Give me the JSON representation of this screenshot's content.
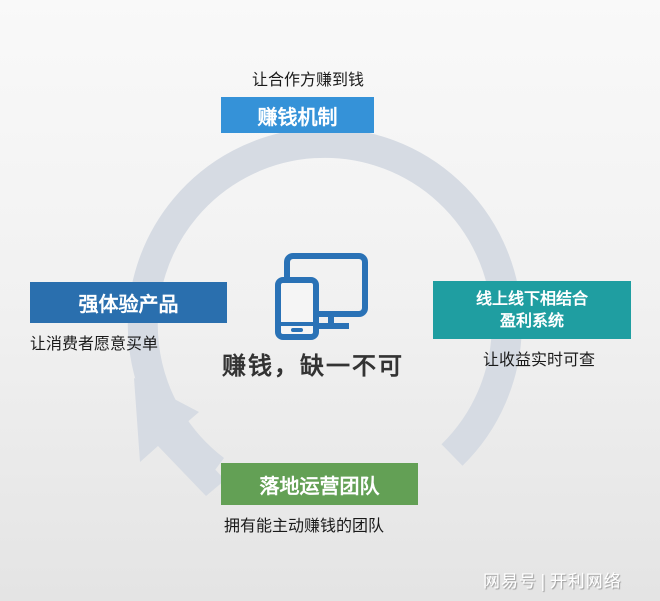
{
  "diagram": {
    "title_center": "赚钱，缺一不可",
    "center_icon": "devices-icon",
    "colors": {
      "top": "#3592d8",
      "left": "#2a6fae",
      "right": "#1f9ea1",
      "bottom": "#63a055",
      "ring": "#d6dbe3",
      "icon": "#2a72b6"
    },
    "nodes": [
      {
        "position": "top",
        "label": "赚钱机制",
        "caption": "让合作方赚到钱"
      },
      {
        "position": "left",
        "label": "强体验产品",
        "caption": "让消费者愿意买单"
      },
      {
        "position": "right",
        "label_line1": "线上线下相结合",
        "label_line2": "盈利系统",
        "caption": "让收益实时可查"
      },
      {
        "position": "bottom",
        "label": "落地运营团队",
        "caption": "拥有能主动赚钱的团队"
      }
    ]
  },
  "watermark": {
    "platform": "网易号",
    "separator": "|",
    "author": "开利网络"
  }
}
